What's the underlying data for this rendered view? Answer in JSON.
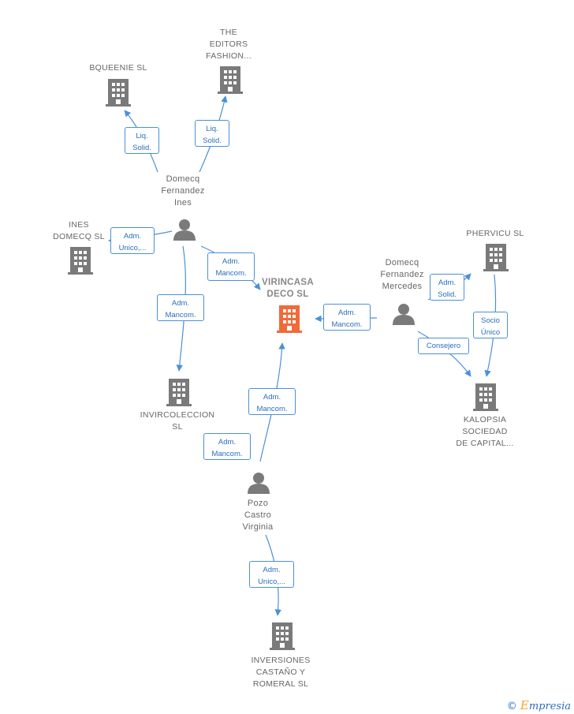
{
  "colors": {
    "edge": "#4a90d9",
    "node": "#7a7a7a",
    "focus": "#f06a3a",
    "label_text": "#666666"
  },
  "nodes": {
    "bqueenie": {
      "label": "BQUEENIE  SL",
      "icon": "building-icon"
    },
    "editors": {
      "label": "THE\nEDITORS\nFASHION...",
      "icon": "building-icon"
    },
    "ines_person": {
      "label": "Domecq\nFernandez\nInes",
      "icon": "person-icon"
    },
    "ines_domecq": {
      "label": "INES\nDOMECQ  SL",
      "icon": "building-icon"
    },
    "virincasa": {
      "label": "VIRINCASA\nDECO  SL",
      "icon": "building-icon"
    },
    "phervicu": {
      "label": "PHERVICU  SL",
      "icon": "building-icon"
    },
    "mercedes": {
      "label": "Domecq\nFernandez\nMercedes",
      "icon": "person-icon"
    },
    "invircoleccion": {
      "label": "INVIRCOLECCION\nSL",
      "icon": "building-icon"
    },
    "kalopsia": {
      "label": "KALOPSIA\nSOCIEDAD\nDE CAPITAL...",
      "icon": "building-icon"
    },
    "virginia": {
      "label": "Pozo\nCastro\nVirginia",
      "icon": "person-icon"
    },
    "inversiones": {
      "label": "INVERSIONES\nCASTAÑO Y\nROMERAL  SL",
      "icon": "building-icon"
    }
  },
  "edges": {
    "e1": "Liq.\nSolid.",
    "e2": "Liq.\nSolid.",
    "e3": "Adm.\nUnico,...",
    "e4": "Adm.\nMancom.",
    "e5": "Adm.\nMancom.",
    "e6": "Adm.\nMancom.",
    "e7": "Adm.\nSolid.",
    "e8": "Socio\nÚnico",
    "e9": "Consejero",
    "e10": "Adm.\nMancom.",
    "e11": "Adm.\nMancom.",
    "e12": "Adm.\nUnico,..."
  },
  "brand": {
    "copyright": "©",
    "initial": "E",
    "name": "mpresia"
  }
}
